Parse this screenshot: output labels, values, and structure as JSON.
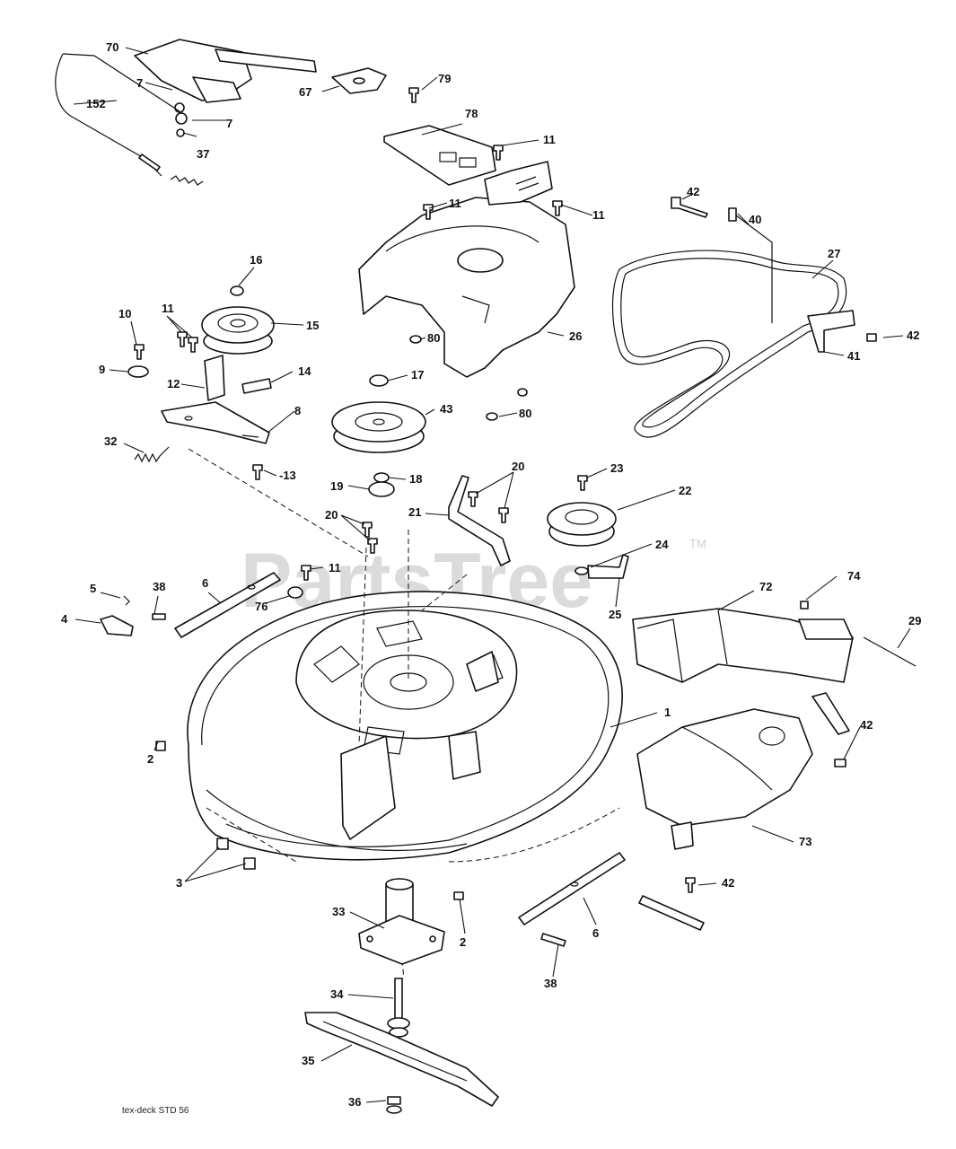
{
  "watermark": {
    "text": "PartsTree",
    "trademark": "TM"
  },
  "footer": {
    "code": "tex-deck STD 56"
  },
  "callouts": {
    "c70": "70",
    "c7a": "7",
    "c7b": "7",
    "c152": "152",
    "c37": "37",
    "c67": "67",
    "c79a": "79",
    "c78": "78",
    "c11a": "11",
    "c11b": "11",
    "c11c": "11",
    "c42a": "42",
    "c40": "40",
    "c27": "27",
    "c42b": "42",
    "c41": "41",
    "c16": "16",
    "c10": "10",
    "c11d": "11",
    "c15": "15",
    "c9": "9",
    "c12": "12",
    "c14": "14",
    "c8": "8",
    "c32": "32",
    "c13": "-13",
    "c80a": "80",
    "c26": "26",
    "c17": "17",
    "c43": "43",
    "c80b": "80",
    "c18": "18",
    "c19": "19",
    "c20a": "20",
    "c21": "21",
    "c23": "23",
    "c22": "22",
    "c24": "24",
    "c25": "25",
    "c20b": "20",
    "c11e": "11",
    "c76": "76",
    "c5": "5",
    "c38a": "38",
    "c6a": "6",
    "c4": "4",
    "c72": "72",
    "c74": "74",
    "c29": "29",
    "c1": "1",
    "c42c": "42",
    "c2a": "2",
    "c3": "3",
    "c73": "73",
    "c42d": "42",
    "c2b": "2",
    "c33": "33",
    "c6b": "6",
    "c38b": "38",
    "c34": "34",
    "c35": "35",
    "c36": "36"
  }
}
